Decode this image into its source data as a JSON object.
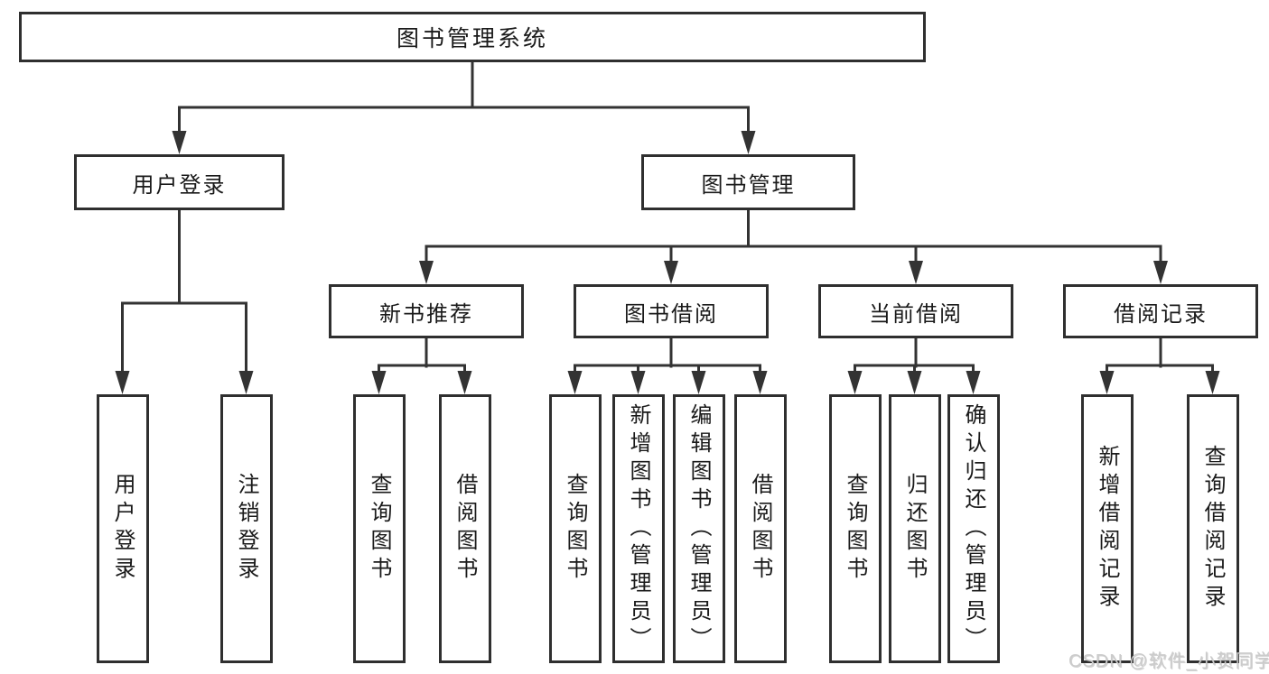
{
  "diagram": {
    "root": {
      "label": "图书管理系统",
      "children": [
        {
          "label": "用户登录",
          "children": [
            {
              "label": "用户登录"
            },
            {
              "label": "注销登录"
            }
          ]
        },
        {
          "label": "图书管理",
          "children": [
            {
              "label": "新书推荐",
              "children": [
                {
                  "label": "查询图书"
                },
                {
                  "label": "借阅图书"
                }
              ]
            },
            {
              "label": "图书借阅",
              "children": [
                {
                  "label": "查询图书"
                },
                {
                  "label": "新增图书（管理员）"
                },
                {
                  "label": "编辑图书（管理员）"
                },
                {
                  "label": "借阅图书"
                }
              ]
            },
            {
              "label": "当前借阅",
              "children": [
                {
                  "label": "查询图书"
                },
                {
                  "label": "归还图书"
                },
                {
                  "label": "确认归还（管理员）"
                }
              ]
            },
            {
              "label": "借阅记录",
              "children": [
                {
                  "label": "新增借阅记录"
                },
                {
                  "label": "查询借阅记录"
                }
              ]
            }
          ]
        }
      ]
    },
    "colors": {
      "line": "#333333",
      "box_border": "#2f2f2f",
      "text": "#1a1a1a",
      "background": "#ffffff",
      "watermark": "#cbcbcb"
    }
  },
  "watermark": {
    "text": "CSDN @软件_小贺同学"
  }
}
